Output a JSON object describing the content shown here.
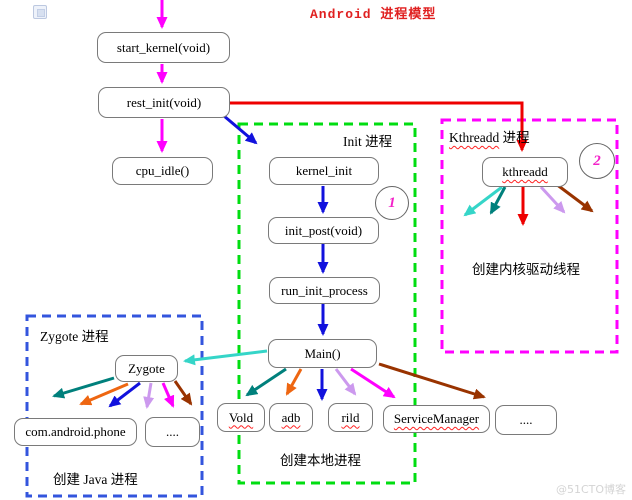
{
  "title": "Android 进程模型",
  "watermark": "@51CTO博客",
  "nodes": {
    "start_kernel": "start_kernel(void)",
    "rest_init": "rest_init(void)",
    "cpu_idle": "cpu_idle()",
    "kernel_init": "kernel_init",
    "init_post": "init_post(void)",
    "run_init_process": "run_init_process",
    "main": "Main()",
    "vold": "Vold",
    "adb": "adb",
    "rild": "rild",
    "service_manager": "ServiceManager",
    "dots_local": "....",
    "zygote": "Zygote",
    "com_android_phone": "com.android.phone",
    "dots_java": "....",
    "kthreadd": "kthreadd"
  },
  "groups": {
    "init": {
      "label": "Init 进程",
      "caption": "创建本地进程"
    },
    "kthreadd": {
      "label_en": "Kthreadd",
      "label_cn": " 进程",
      "caption": "创建内核驱动线程"
    },
    "zygote": {
      "label": "Zygote 进程",
      "caption": "创建 Java 进程"
    }
  },
  "badges": {
    "step1": "1",
    "step2": "2"
  },
  "colors": {
    "title_red": "#e02020",
    "arrow_magenta": "#ff00ff",
    "arrow_red": "#ee0000",
    "arrow_blue": "#1111dd",
    "arrow_cyan": "#35d5c8",
    "arrow_teal": "#00807c",
    "arrow_orange": "#ee6611",
    "arrow_plum": "#cc99ee",
    "arrow_brown": "#993300",
    "group_init_green": "#00dd11",
    "group_kthreadd_magenta": "#ff00ff",
    "group_zygote_blue": "#3355dd"
  }
}
